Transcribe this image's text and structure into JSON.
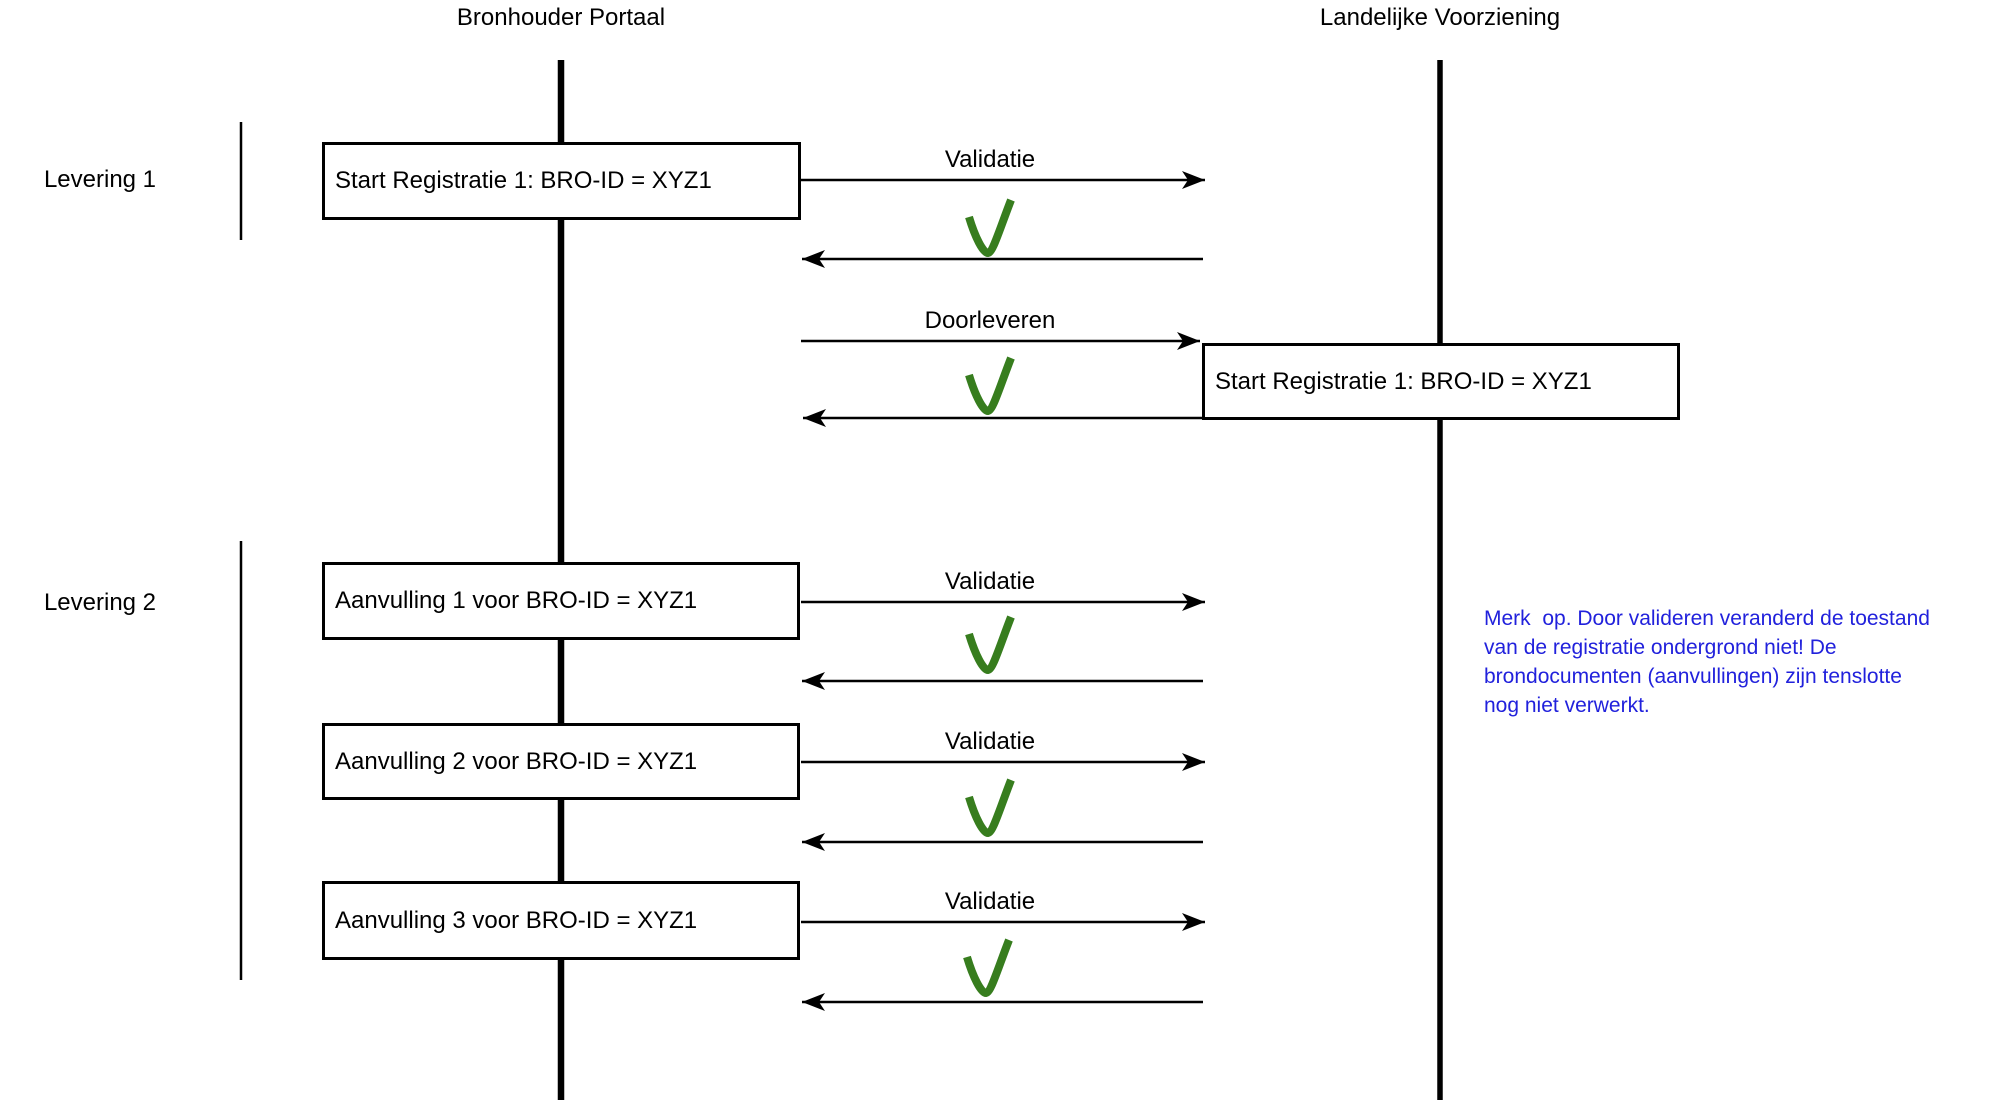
{
  "actors": [
    {
      "label": "Bronhouder Portaal"
    },
    {
      "label": "Landelijke Voorziening"
    }
  ],
  "deliveries": [
    {
      "label": "Levering 1"
    },
    {
      "label": "Levering 2"
    }
  ],
  "boxes": {
    "start_registratie_left": "Start Registratie 1: BRO-ID = XYZ1",
    "start_registratie_right": "Start Registratie 1: BRO-ID = XYZ1",
    "aanvulling_1": "Aanvulling 1 voor BRO-ID = XYZ1",
    "aanvulling_2": "Aanvulling 2 voor BRO-ID = XYZ1",
    "aanvulling_3": "Aanvulling 3 voor BRO-ID = XYZ1"
  },
  "messages": {
    "validatie_1": "Validatie",
    "doorleveren": "Doorleveren",
    "validatie_2": "Validatie",
    "validatie_3": "Validatie",
    "validatie_4": "Validatie"
  },
  "note": {
    "text": "Merk  op. Door valideren veranderd de toestand\nvan de registratie ondergrond niet! De\nbrondocumenten (aanvullingen) zijn tenslotte\nnog niet verwerkt.",
    "color": "#2121DC"
  },
  "icons": {
    "checkmark_meaning": "validation passed"
  },
  "colors": {
    "check": "#377D1E",
    "note": "#2121DC",
    "line": "#000000"
  }
}
